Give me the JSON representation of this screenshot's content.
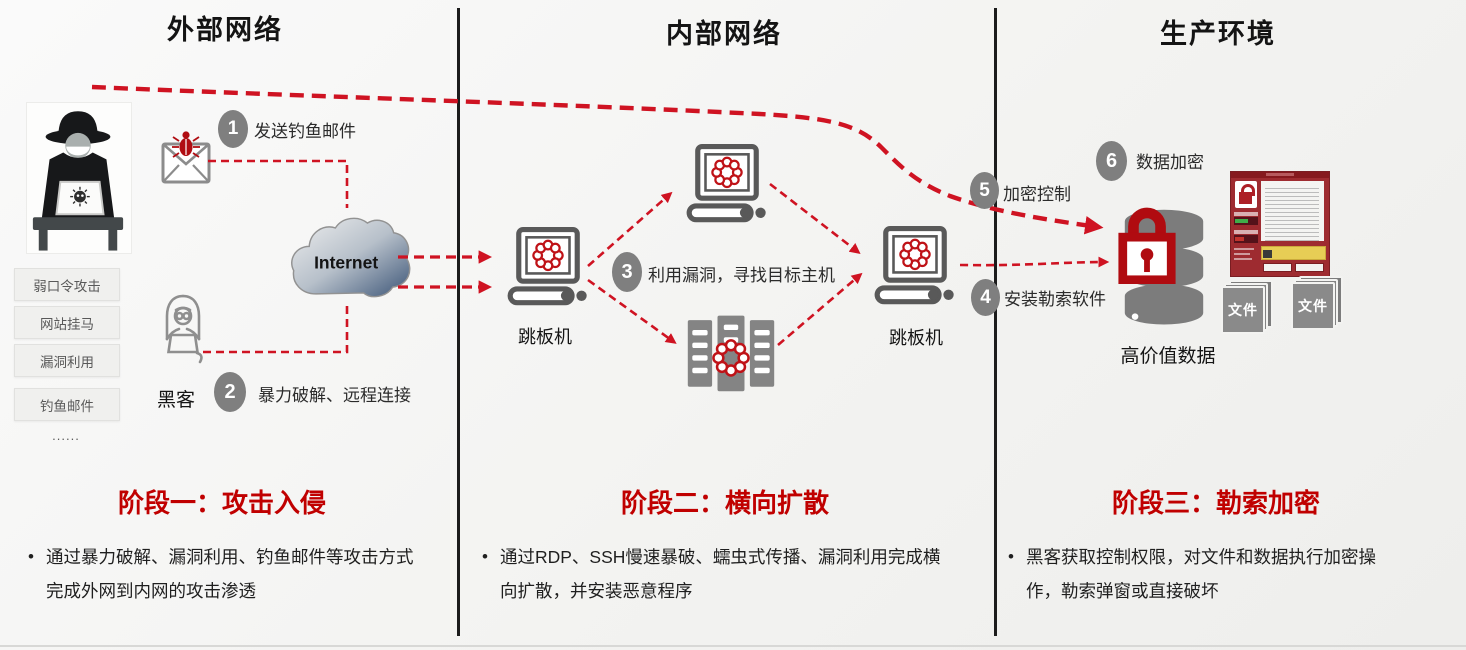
{
  "columns": [
    {
      "header": "外部网络"
    },
    {
      "header": "内部网络"
    },
    {
      "header": "生产环境"
    }
  ],
  "steps": [
    {
      "num": "1",
      "label": "发送钓鱼邮件"
    },
    {
      "num": "2",
      "label": "暴力破解、远程连接"
    },
    {
      "num": "3",
      "label": "利用漏洞，寻找目标主机"
    },
    {
      "num": "4",
      "label": "安装勒索软件"
    },
    {
      "num": "5",
      "label": "加密控制"
    },
    {
      "num": "6",
      "label": "数据加密"
    }
  ],
  "attack_methods": [
    "弱口令攻击",
    "网站挂马",
    "漏洞利用",
    "钓鱼邮件",
    "......"
  ],
  "labels": {
    "hacker": "黑客",
    "internet": "Internet",
    "jump_host_1": "跳板机",
    "jump_host_2": "跳板机",
    "high_value_data": "高价值数据"
  },
  "files": [
    "文件",
    "文件"
  ],
  "stages": [
    {
      "title": "阶段一：攻击入侵",
      "bullet": "通过暴力破解、漏洞利用、钓鱼邮件等攻击方式完成外网到内网的攻击渗透"
    },
    {
      "title": "阶段二：横向扩散",
      "bullet": "通过RDP、SSH慢速暴破、蠕虫式传播、漏洞利用完成横向扩散，并安装恶意程序"
    },
    {
      "title": "阶段三：勒索加密",
      "bullet": "黑客获取控制权限，对文件和数据执行加密操作，勒索弹窗或直接破坏"
    }
  ],
  "ui": {
    "bullet_char": "•"
  },
  "colors": {
    "accent_red": "#C00000",
    "dash_red": "#CF1322",
    "badge_gray": "#7F7F7F",
    "icon_gray": "#595959",
    "divider_black": "#1C1C1C",
    "background": "#F4F4F2"
  }
}
